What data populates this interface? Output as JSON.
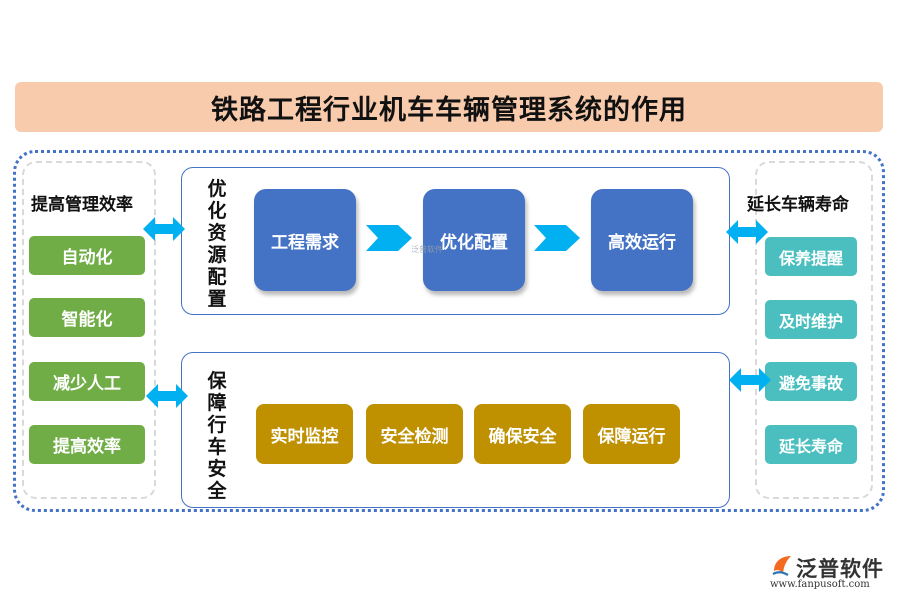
{
  "title": "铁路工程行业机车车辆管理系统的作用",
  "left_panel": {
    "title": "提高管理效率",
    "items": [
      "自动化",
      "智能化",
      "减少人工",
      "提高效率"
    ],
    "color": "#70ad47"
  },
  "right_panel": {
    "title": "延长车辆寿命",
    "items": [
      "保养提醒",
      "及时维护",
      "避免事故",
      "延长寿命"
    ],
    "color": "#4bbfbf"
  },
  "top_section": {
    "label": "优化资源配置",
    "steps": [
      "工程需求",
      "优化配置",
      "高效运行"
    ],
    "color": "#4472c4"
  },
  "bottom_section": {
    "label": "保障行车安全",
    "items": [
      "实时监控",
      "安全检测",
      "确保安全",
      "保障运行"
    ],
    "color": "#bf9000"
  },
  "watermark": "泛普软件",
  "logo": {
    "name": "泛普软件",
    "url": "www.fanpusoft.com",
    "icon": "fanpu-logo-icon"
  },
  "accent_color": "#00b0f0"
}
